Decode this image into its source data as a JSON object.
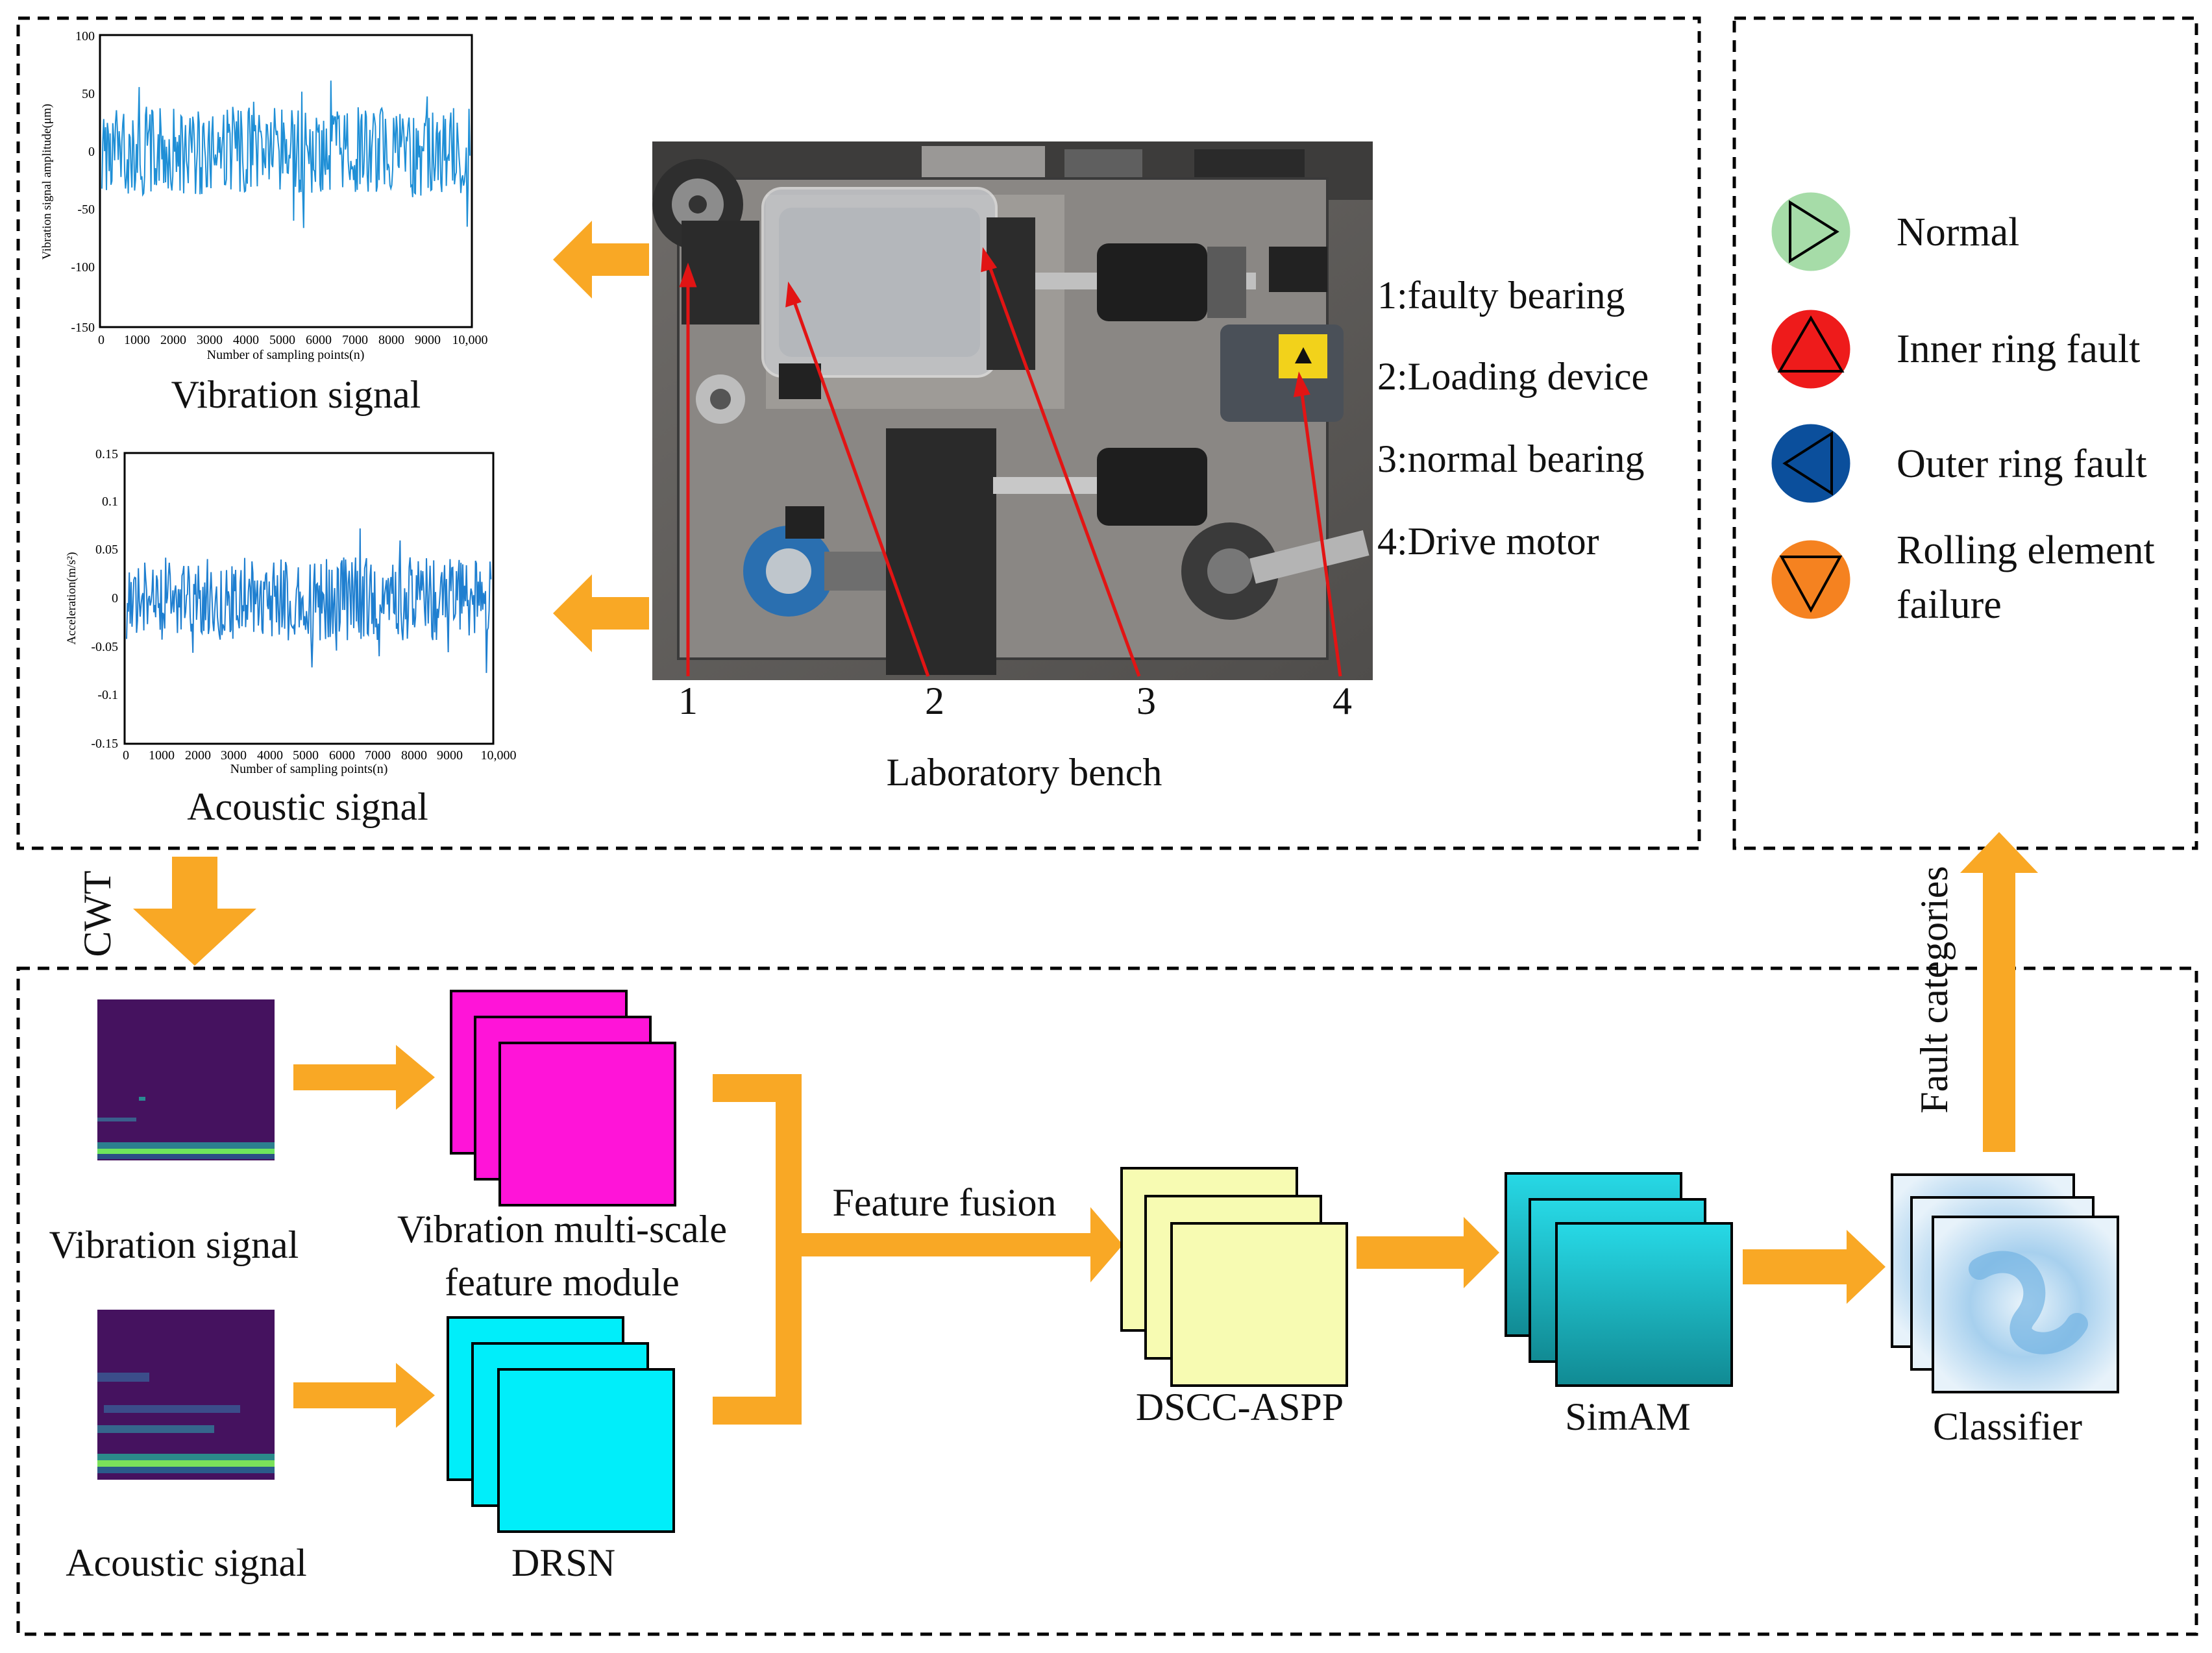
{
  "top": {
    "vibration_chart": {
      "y_ticks": [
        "100",
        "50",
        "0",
        "-50",
        "-100",
        "-150"
      ],
      "x_ticks": [
        "0",
        "1000",
        "2000",
        "3000",
        "4000",
        "5000",
        "6000",
        "7000",
        "8000",
        "9000",
        "10,000"
      ],
      "xlabel": "Number of sampling points(n)",
      "ylabel": "Vibration signal amplitude(μm)",
      "caption": "Vibration signal",
      "color": "#1f8fd6"
    },
    "acoustic_chart": {
      "y_ticks": [
        "0.15",
        "0.1",
        "0.05",
        "0",
        "-0.05",
        "-0.1",
        "-0.15"
      ],
      "x_ticks": [
        "0",
        "1000",
        "2000",
        "3000",
        "4000",
        "5000",
        "6000",
        "7000",
        "8000",
        "9000",
        "10,000"
      ],
      "xlabel": "Number of sampling points(n)",
      "ylabel": "Acceleration(m/s²)",
      "caption": "Acoustic signal",
      "color": "#1f7fd0"
    },
    "bench": {
      "caption": "Laboratory bench",
      "numbers": [
        "1",
        "2",
        "3",
        "4"
      ],
      "parts": [
        "1:faulty bearing",
        "2:Loading device",
        "3:normal bearing",
        "4:Drive motor"
      ]
    }
  },
  "legend": {
    "items": [
      {
        "label": "Normal",
        "color": "#a6dca8",
        "icon": "triangle-right-icon"
      },
      {
        "label": "Inner ring fault",
        "color": "#ee1b1b",
        "icon": "triangle-up-icon"
      },
      {
        "label": "Outer ring fault",
        "color": "#0b4f9c",
        "icon": "triangle-left-icon"
      },
      {
        "label": "Rolling element",
        "label2": "failure",
        "color": "#f58220",
        "icon": "triangle-down-icon"
      }
    ]
  },
  "flow": {
    "cwt": "CWT",
    "vibration_input": "Vibration signal",
    "acoustic_input": "Acoustic signal",
    "vib_module_line1": "Vibration multi-scale",
    "vib_module_line2": "feature module",
    "drsn": "DRSN",
    "fusion": "Feature fusion",
    "dscc": "DSCC-ASPP",
    "simam": "SimAM",
    "classifier": "Classifier",
    "fault_categories": "Fault categories",
    "arrow_color": "#f9a825",
    "colors": {
      "magenta": "#ff14d8",
      "cyan": "#00eefa",
      "yellow": "#f7fbb2",
      "teal": "#1aa7b4",
      "spectrogram": "#45125f"
    }
  }
}
